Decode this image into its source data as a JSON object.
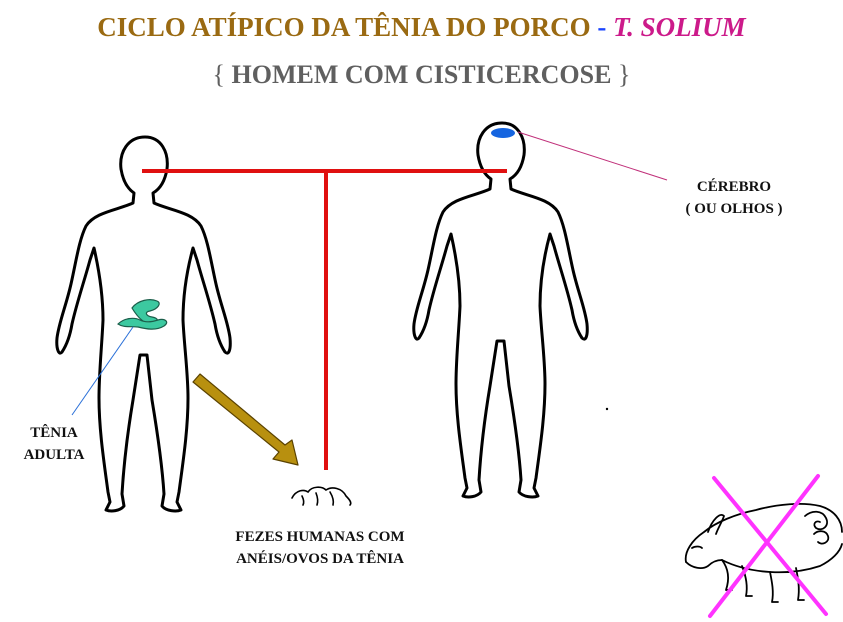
{
  "title": {
    "main": "CICLO ATÍPICO  DA TÊNIA DO PORCO",
    "dash": " - ",
    "species": "T.  SOLIUM"
  },
  "subtitle": {
    "open_brace": "{ ",
    "text": "HOMEM  COM  CISTICERCOSE",
    "close_brace": " }"
  },
  "labels": {
    "brain_line1": "CÉREBRO",
    "brain_line2": "( OU OLHOS )",
    "tapeworm_line1": "TÊNIA",
    "tapeworm_line2": "ADULTA",
    "feces_line1": "FEZES  HUMANAS COM",
    "feces_line2": "ANÉIS/OVOS  DA  TÊNIA"
  },
  "colors": {
    "title": "#9a6a12",
    "species": "#cc1a8a",
    "connector": "#e01010",
    "arrow": "#b8900f",
    "tapeworm": "#3cc9a0",
    "cyst": "#1565e0",
    "cross": "#ff33ff",
    "brain_pointer": "#c0307a",
    "tapeworm_pointer": "#2a70d8"
  }
}
